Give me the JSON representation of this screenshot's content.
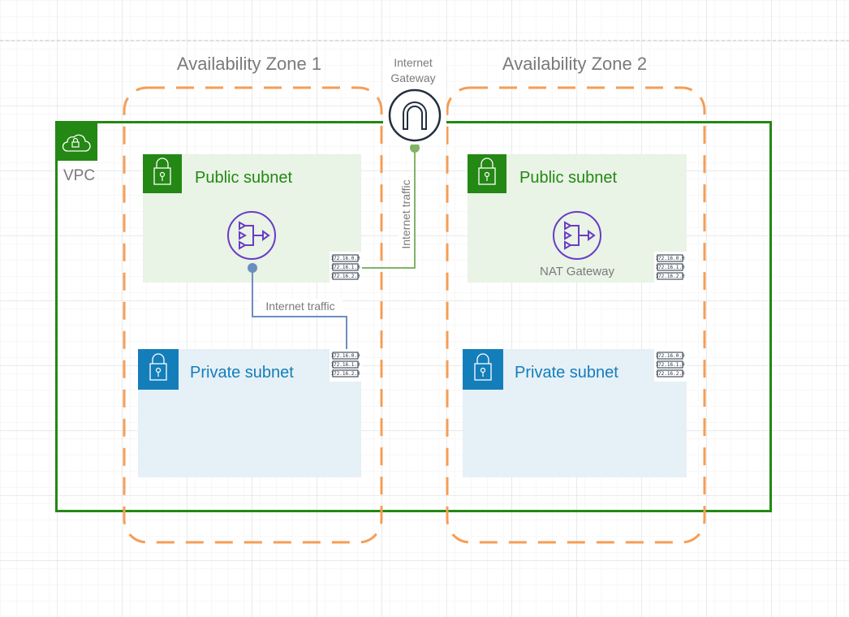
{
  "colors": {
    "vpc_green": "#248814",
    "public_fill": "#e9f3e6",
    "private_fill": "#e6f0f7",
    "private_blue": "#147eba",
    "az_orange": "#f59d56",
    "nat_purple": "#693cc5",
    "label_gray": "#7a7a7a",
    "traffic_green": "#82b366",
    "traffic_blue": "#6c8ebf"
  },
  "vpc": {
    "label": "VPC",
    "icon": "cloud-lock-icon"
  },
  "zones": [
    {
      "label": "Availability Zone 1"
    },
    {
      "label": "Availability Zone 2"
    }
  ],
  "internet_gateway": {
    "label_line1": "Internet",
    "label_line2": "Gateway",
    "icon": "internet-gateway-icon"
  },
  "subnets": {
    "az1_public": {
      "label": "Public subnet"
    },
    "az1_private": {
      "label": "Private subnet"
    },
    "az2_public": {
      "label": "Public subnet",
      "nat_label": "NAT Gateway"
    },
    "az2_private": {
      "label": "Private subnet"
    }
  },
  "route_table": {
    "entries": [
      "172.16.0.0",
      "172.16.1.0",
      "172.16.2.0"
    ]
  },
  "edges": {
    "igw_traffic": "Internet traffic",
    "nat_traffic": "Internet traffic"
  }
}
